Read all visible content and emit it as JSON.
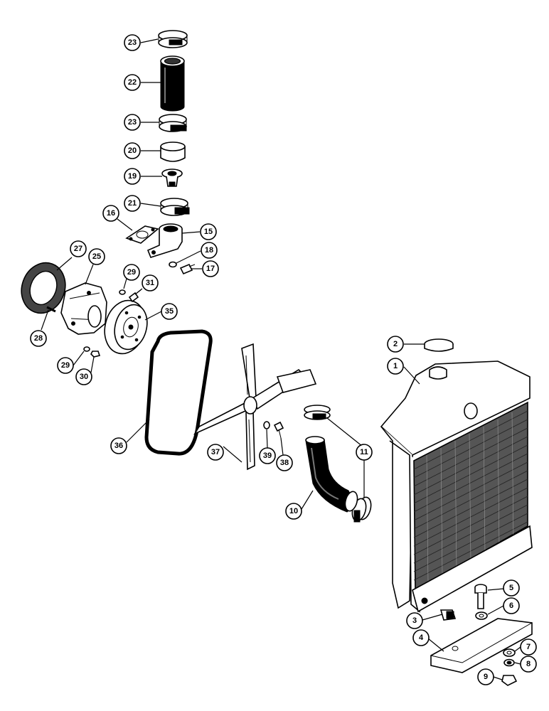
{
  "callouts": [
    {
      "id": "c23a",
      "label": "23"
    },
    {
      "id": "c22",
      "label": "22"
    },
    {
      "id": "c23b",
      "label": "23"
    },
    {
      "id": "c20",
      "label": "20"
    },
    {
      "id": "c19",
      "label": "19"
    },
    {
      "id": "c21",
      "label": "21"
    },
    {
      "id": "c16",
      "label": "16"
    },
    {
      "id": "c15",
      "label": "15"
    },
    {
      "id": "c18",
      "label": "18"
    },
    {
      "id": "c17",
      "label": "17"
    },
    {
      "id": "c27",
      "label": "27"
    },
    {
      "id": "c25",
      "label": "25"
    },
    {
      "id": "c29a",
      "label": "29"
    },
    {
      "id": "c31",
      "label": "31"
    },
    {
      "id": "c35",
      "label": "35"
    },
    {
      "id": "c28",
      "label": "28"
    },
    {
      "id": "c29b",
      "label": "29"
    },
    {
      "id": "c30",
      "label": "30"
    },
    {
      "id": "c2",
      "label": "2"
    },
    {
      "id": "c1",
      "label": "1"
    },
    {
      "id": "c36",
      "label": "36"
    },
    {
      "id": "c37",
      "label": "37"
    },
    {
      "id": "c39",
      "label": "39"
    },
    {
      "id": "c38",
      "label": "38"
    },
    {
      "id": "c11",
      "label": "11"
    },
    {
      "id": "c10",
      "label": "10"
    },
    {
      "id": "c5",
      "label": "5"
    },
    {
      "id": "c6",
      "label": "6"
    },
    {
      "id": "c3",
      "label": "3"
    },
    {
      "id": "c4",
      "label": "4"
    },
    {
      "id": "c7",
      "label": "7"
    },
    {
      "id": "c8",
      "label": "8"
    },
    {
      "id": "c9",
      "label": "9"
    }
  ]
}
